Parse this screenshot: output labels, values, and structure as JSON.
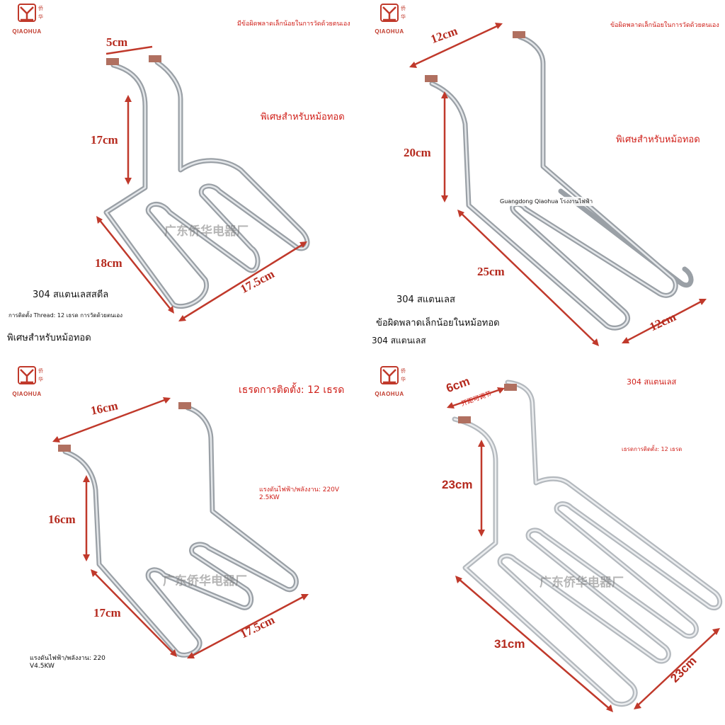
{
  "brand": {
    "logo_text": "QIAOHUA"
  },
  "panel1": {
    "note_top": "มีข้อผิดพลาดเล็กน้อยในการวัดด้วยตนเอง",
    "special": "พิเศษสำหรับหม้อทอด",
    "dim_top": "5cm",
    "dim_height": "17cm",
    "dim_left": "18cm",
    "dim_right": "17.5cm",
    "watermark": "广东侨华电器厂",
    "material": "304 สแตนเลสสตีล",
    "install": "การติดตั้ง Thread: 12 เธรด การวัดด้วยตนเอง",
    "special_bottom": "พิเศษสำหรับหม้อทอด"
  },
  "panel2": {
    "note_top": "ข้อผิดพลาดเล็กน้อยในการวัดด้วยตนเอง",
    "special": "พิเศษสำหรับหม้อทอด",
    "dim_top": "12cm",
    "dim_height": "20cm",
    "dim_left": "25cm",
    "dim_right": "12cm",
    "factory": "Guangdong Qiaohua โรงงานไฟฟ้า",
    "material": "304 สแตนเลส",
    "error": "ข้อผิดพลาดเล็กน้อยในหม้อทอด",
    "material2": "304 สแตนเลส"
  },
  "panel3": {
    "thread": "เธรดการติดตั้ง: 12 เธรด",
    "voltage": "แรงดันไฟฟ้า/พลังงาน: 220V",
    "power": "2.5KW",
    "dim_top": "16cm",
    "dim_height": "16cm",
    "dim_left": "17cm",
    "dim_right": "17.5cm",
    "watermark": "广东侨华电器厂",
    "voltage2": "แรงดันไฟฟ้า/พลังงาน: 220",
    "power2": "V4.5KW"
  },
  "panel4": {
    "material": "304 สแตนเลส",
    "thread": "เธรดการติดตั้ง: 12 เธรด",
    "dim_top": "6cm",
    "dim_top_note": "开距可调节",
    "dim_height": "23cm",
    "dim_left": "31cm",
    "dim_right": "23cm",
    "watermark": "广东侨华电器厂"
  }
}
